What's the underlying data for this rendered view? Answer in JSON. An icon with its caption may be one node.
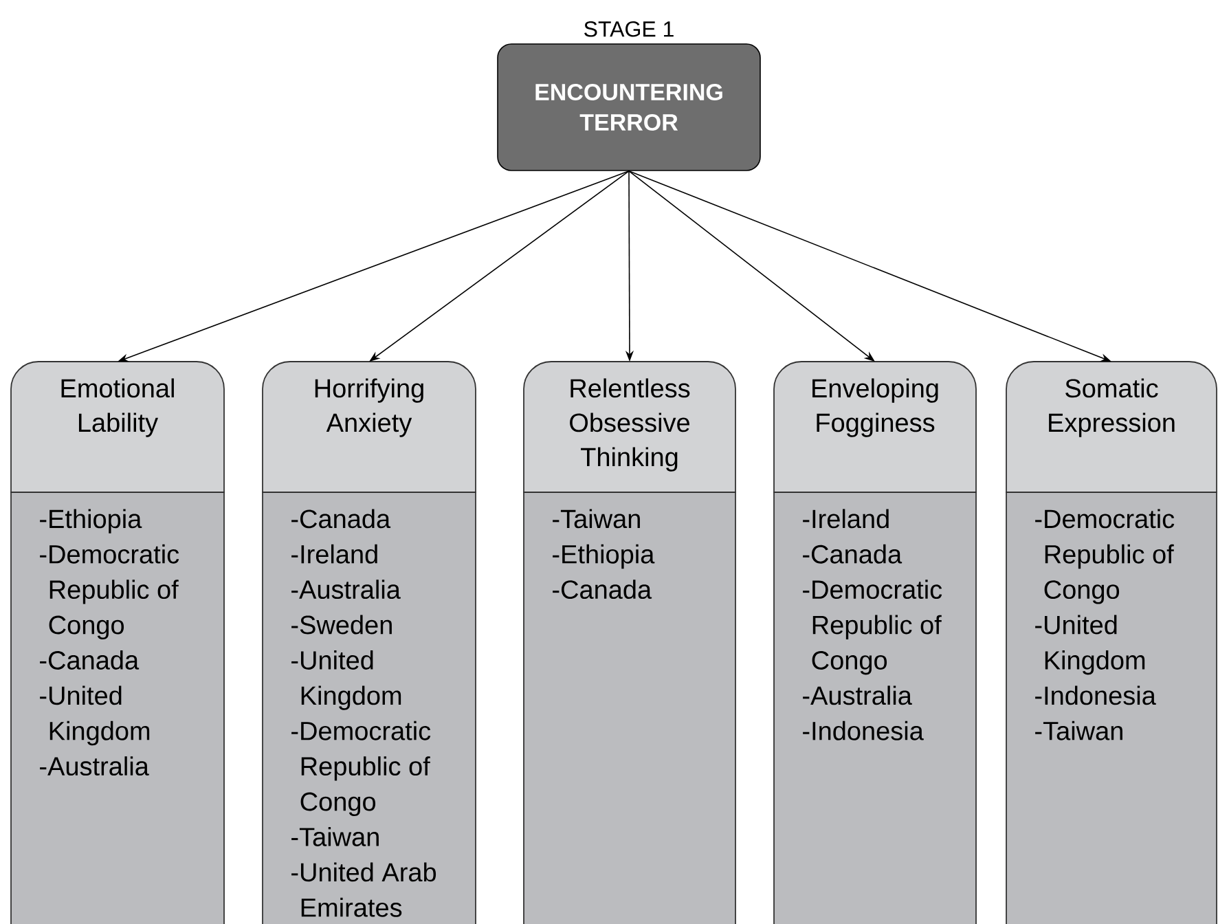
{
  "diagram": {
    "nodes": [
      {
        "text": [
          "ENCOUNTERING TERROR"
        ],
        "beside": [
          "STAGE 1"
        ]
      },
      {
        "text": [
          "Emotional Lability",
          "-Ethiopia",
          "-Democratic Republic of Congo",
          "-Canada",
          "-United Kingdom",
          "-Australia"
        ]
      },
      {
        "text": [
          "Horrifying Anxiety",
          "-Canada",
          "-Ireland",
          "-Australia",
          "-Sweden",
          "-United Kingdom",
          "-Democratic Republic of Congo",
          "-Taiwan",
          "-United Arab Emirates"
        ]
      },
      {
        "text": [
          "Relentless Obsessive Thinking",
          "-Taiwan",
          "-Ethiopia",
          "-Canada"
        ]
      },
      {
        "text": [
          "Enveloping Fogginess",
          "-Ireland",
          "-Canada",
          "-Democratic Republic of Congo",
          "-Australia",
          "-Indonesia"
        ]
      },
      {
        "text": [
          "Somatic Expression",
          "-Democratic Republic of Congo",
          "-United Kingdom",
          "-Indonesia",
          "-Taiwan"
        ]
      }
    ],
    "edges": [
      {
        "from": 0,
        "to": 1,
        "arrow": "to"
      },
      {
        "from": 0,
        "to": 2,
        "arrow": "to"
      },
      {
        "from": 0,
        "to": 3,
        "arrow": "to"
      },
      {
        "from": 0,
        "to": 4,
        "arrow": "to"
      },
      {
        "from": 0,
        "to": 5,
        "arrow": "to"
      }
    ]
  }
}
